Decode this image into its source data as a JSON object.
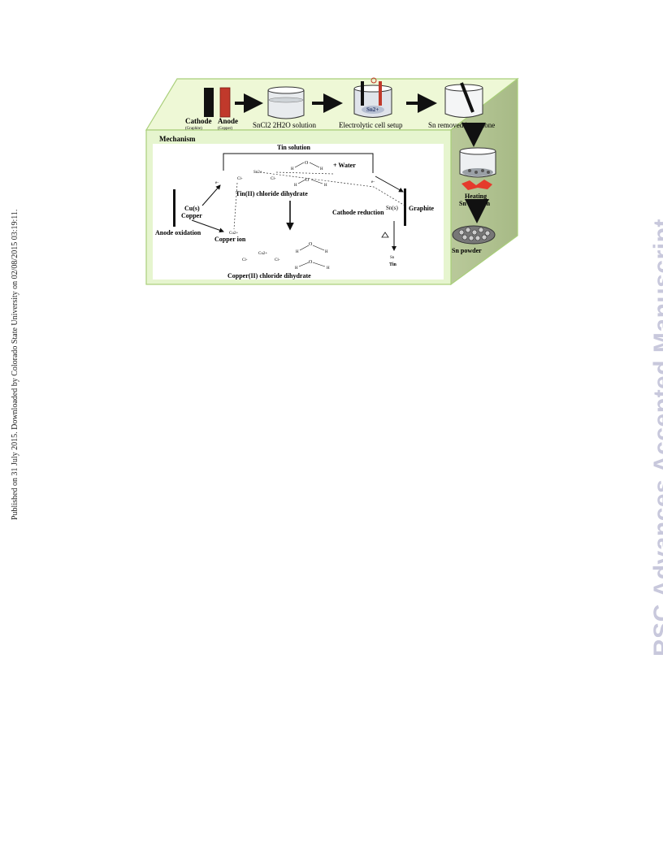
{
  "side_note": "Published on 31 July 2015. Downloaded by Colorado State University on 02/08/2015 03:19:11.",
  "watermark": "RSC Advances Accepted Manuscript",
  "top_row": {
    "cathode_label": "Cathode",
    "cathode_sub": "(Graphite)",
    "anode_label": "Anode",
    "anode_sub": "(Copper)",
    "step1": "SnCl2 2H2O solution",
    "step2": "Electrolytic cell setup",
    "step2_beaker": "Sn2+",
    "step3": "Sn removed in acetone"
  },
  "side_panel": {
    "heating": "Heating",
    "sn_solution": "Sn solution",
    "sn_powder": "Sn powder"
  },
  "mechanism": {
    "title": "Mechanism",
    "tin_solution": "Tin solution",
    "water": "+ Water",
    "tin_chloride": "Tin(II) chloride dihydrate",
    "cu_s": "Cu(s)",
    "copper": "Copper",
    "anode_oxidation": "Anode oxidation",
    "copper_ion": "Copper ion",
    "cu2_plus": "Cu2+",
    "sn_s": "Sn(s)",
    "cathode_reduction": "Cathode reduction",
    "graphite": "Graphite",
    "sn": "Sn",
    "tin": "Tin",
    "copper_chloride": "Copper(II) chloride dihydrate",
    "sn2_plus": "Sn2+",
    "cl": "Cl-",
    "e": "e-",
    "h": "H",
    "o": "O"
  }
}
